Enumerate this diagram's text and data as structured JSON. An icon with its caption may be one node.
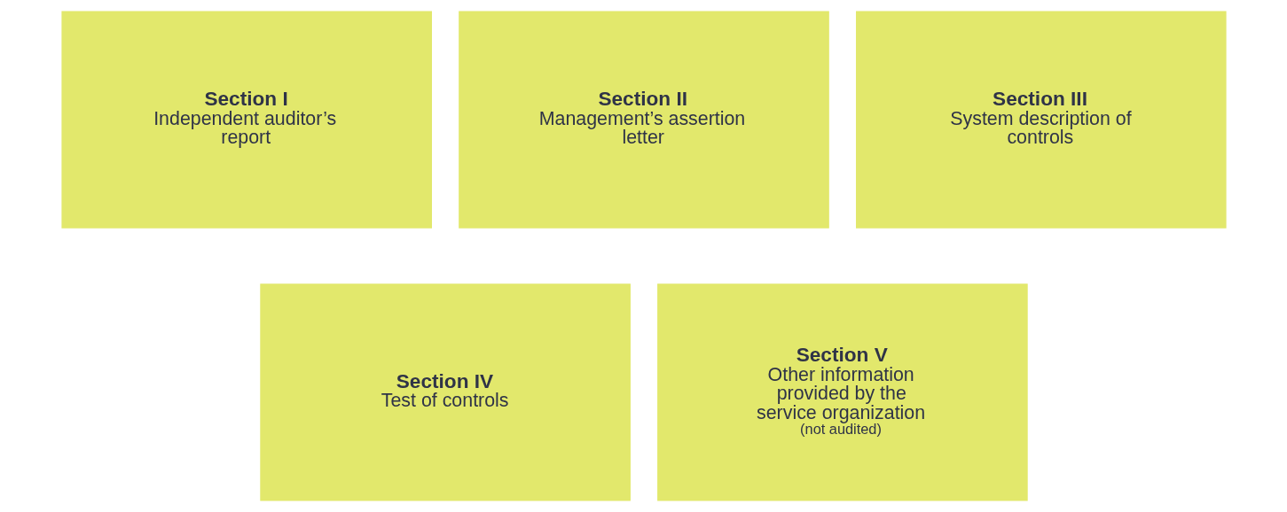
{
  "diagram": {
    "nodes": [
      {
        "text": [
          "Section I",
          "Independent auditor’s report"
        ]
      },
      {
        "text": [
          "Section II",
          "Management’s assertion letter"
        ]
      },
      {
        "text": [
          "Section III",
          "System description of controls"
        ]
      },
      {
        "text": [
          "Section IV",
          "Test of controls"
        ]
      },
      {
        "text": [
          "Section V",
          "Other information provided by the service organization",
          "(not audited)"
        ]
      }
    ],
    "edges": []
  }
}
